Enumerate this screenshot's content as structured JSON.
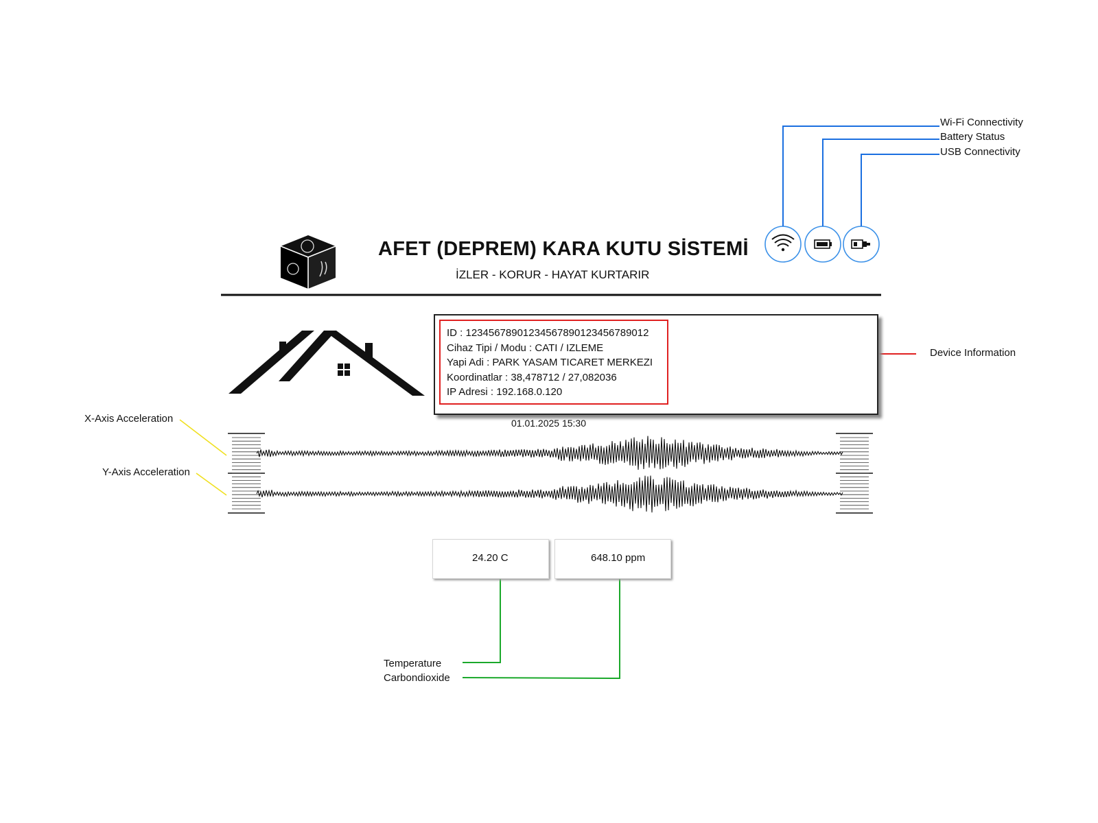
{
  "header": {
    "title": "AFET (DEPREM) KARA KUTU SİSTEMİ",
    "subtitle": "İZLER - KORUR - HAYAT KURTARIR"
  },
  "device_info": {
    "lines": [
      "ID : 12345678901234567890123456789012",
      "Cihaz Tipi / Modu : CATI / IZLEME",
      "Yapi Adi : PARK YASAM TICARET MERKEZI",
      "Koordinatlar : 38,478712 / 27,082036",
      "IP Adresi : 192.168.0.120"
    ]
  },
  "timestamp": "01.01.2025 15:30",
  "sensors": {
    "temperature": "24.20 C",
    "co2": "648.10 ppm"
  },
  "callouts": {
    "wifi": "Wi-Fi Connectivity",
    "battery": "Battery Status",
    "usb": "USB Connectivity",
    "device_info": "Device Information",
    "x_axis": "X-Axis Acceleration",
    "y_axis": "Y-Axis Acceleration",
    "temperature": "Temperature",
    "co2": "Carbondioxide"
  },
  "icons": {
    "logo": "cube-logo-icon",
    "house": "house-roof-icon",
    "wifi": "wifi-icon",
    "battery": "battery-icon",
    "usb": "usb-icon",
    "thermometer": "thermometer-icon",
    "molecule": "molecule-icon"
  },
  "colors": {
    "wifi_leader": "#1a6fe0",
    "device_leader": "#e02020",
    "axis_leader": "#f0e020",
    "sensor_leader": "#1aa82a"
  }
}
